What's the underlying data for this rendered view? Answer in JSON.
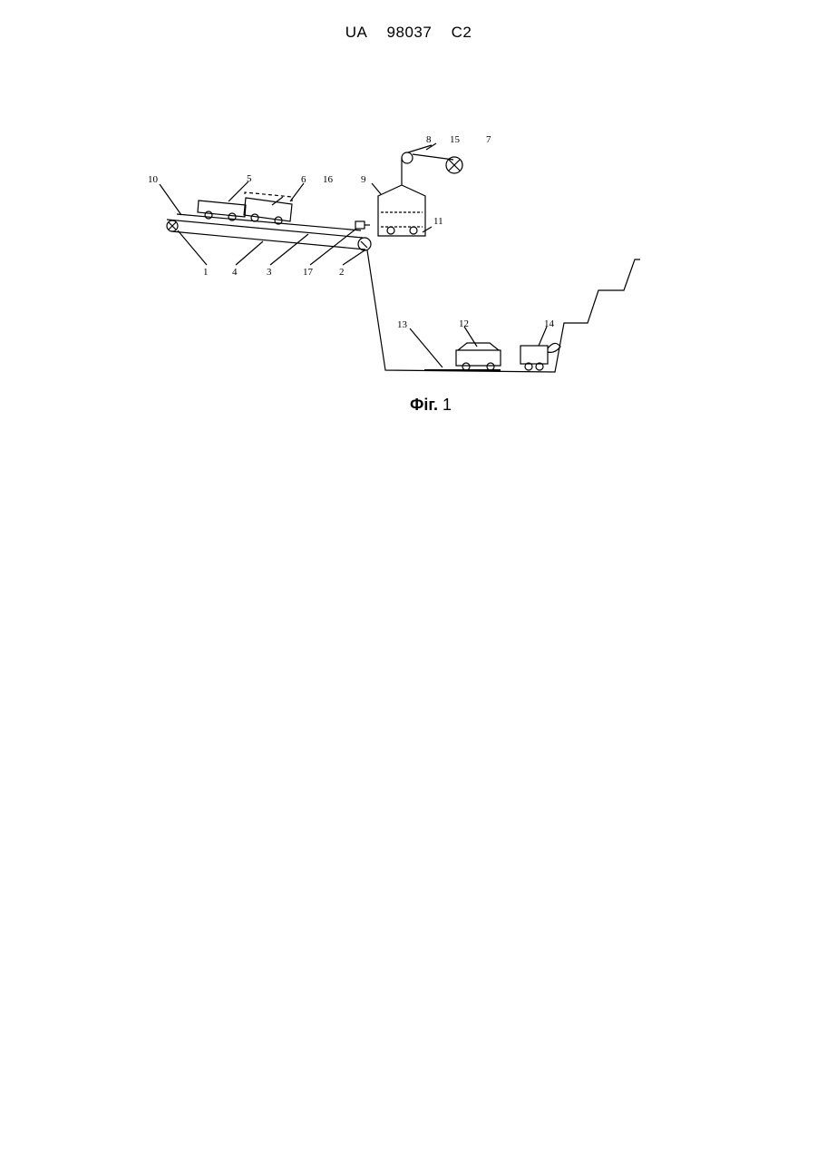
{
  "header": {
    "country": "UA",
    "number": "98037",
    "kind": "C2"
  },
  "figure": {
    "labels": [
      "1",
      "2",
      "3",
      "4",
      "5",
      "6",
      "7",
      "8",
      "9",
      "10",
      "11",
      "12",
      "13",
      "14",
      "15",
      "16",
      "17"
    ],
    "caption_prefix": "Фіг.",
    "caption_number": "1"
  }
}
